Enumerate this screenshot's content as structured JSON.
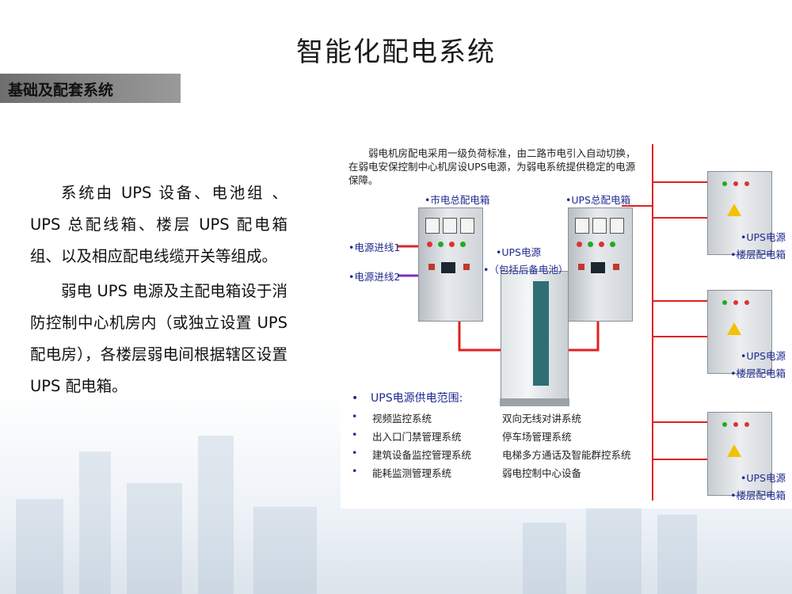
{
  "slide": {
    "title": "智能化配电系统",
    "section_label": "基础及配套系统",
    "paragraphs": [
      "系统由 UPS 设备、电池组 、 UPS 总配线箱、楼层 UPS 配电箱组、以及相应配电线缆开关等组成。",
      "弱电 UPS 电源及主配电箱设于消防控制中心机房内（或独立设置 UPS 配电房），各楼层弱电间根据辖区设置 UPS 配电箱。"
    ]
  },
  "diagram": {
    "caption": "弱电机房配电采用一级负荷标准，由二路市电引入自动切换，在弱电安保控制中心机房设UPS电源，为弱电系统提供稳定的电源保障。",
    "labels": {
      "mains_box": "•市电总配电箱",
      "ups_main_box": "•UPS总配电箱",
      "ups_power": "•UPS电源",
      "ups_power_note": "•（包括后备电池）",
      "power_in_1": "•电源进线1",
      "power_in_2": "•电源进线2"
    },
    "floor_boxes": [
      {
        "line1": "•UPS电源",
        "line2": "•楼层配电箱"
      },
      {
        "line1": "•UPS电源",
        "line2": "•楼层配电箱"
      },
      {
        "line1": "•UPS电源",
        "line2": "•楼层配电箱"
      }
    ],
    "range": {
      "title": "UPS电源供电范围:",
      "rows": [
        {
          "left": "视频监控系统",
          "right": "双向无线对讲系统"
        },
        {
          "left": "出入口门禁管理系统",
          "right": "停车场管理系统"
        },
        {
          "left": "建筑设备监控管理系统",
          "right": "电梯多方通话及智能群控系统"
        },
        {
          "left": "能耗监测管理系统",
          "right": "弱电控制中心设备"
        }
      ]
    },
    "colors": {
      "wire": "#e02020",
      "input_1": "#d62828",
      "input_2": "#7b2fbf",
      "label_blue": "#1f2a8f"
    }
  }
}
